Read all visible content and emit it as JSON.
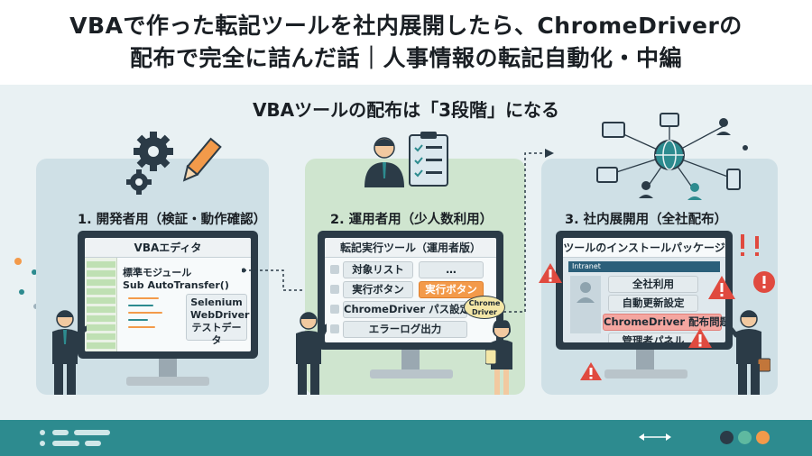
{
  "header": {
    "title_line1": "VBAで作った転記ツールを社内展開したら、ChromeDriverの",
    "title_line2": "配布で完全に詰んだ話｜人事情報の転記自動化・中編"
  },
  "subtitle": "VBAツールの配布は「3段階」になる",
  "stages": [
    {
      "label": "1. 開発者用（検証・動作確認）",
      "window_title": "VBAエディタ",
      "code_lines": [
        "標準モジュール",
        "Sub AutoTransfer()"
      ],
      "refs": [
        "Selenium",
        "WebDriver",
        "テストデータ"
      ]
    },
    {
      "label": "2. 運用者用（少人数利用）",
      "window_title": "転記実行ツール（運用者版）",
      "rows": [
        {
          "left": "対象リスト",
          "right": "…"
        },
        {
          "left": "実行ボタン",
          "right": "実行ボタン"
        },
        {
          "left": "ChromeDriver パス設定",
          "right": ""
        },
        {
          "left": "エラーログ出力",
          "right": ""
        }
      ],
      "bubble_line1": "Chrome",
      "bubble_line2": "Driver"
    },
    {
      "label": "3. 社内展開用（全社配布）",
      "window_title": "ツールのインストールパッケージ",
      "intranet": "Intranet",
      "items": [
        "全社利用",
        "自動更新設定",
        "ChromeDriver 配布問題",
        "管理者パネル"
      ]
    }
  ],
  "colors": {
    "teal": "#2d8b8f",
    "orange": "#f39a4a",
    "warning_red": "#e04a3f",
    "dark": "#2b3b47"
  },
  "icons": [
    "gear-icon",
    "pencil-icon",
    "clipboard-checklist-icon",
    "network-icon",
    "warning-icon",
    "arrow-icon"
  ]
}
